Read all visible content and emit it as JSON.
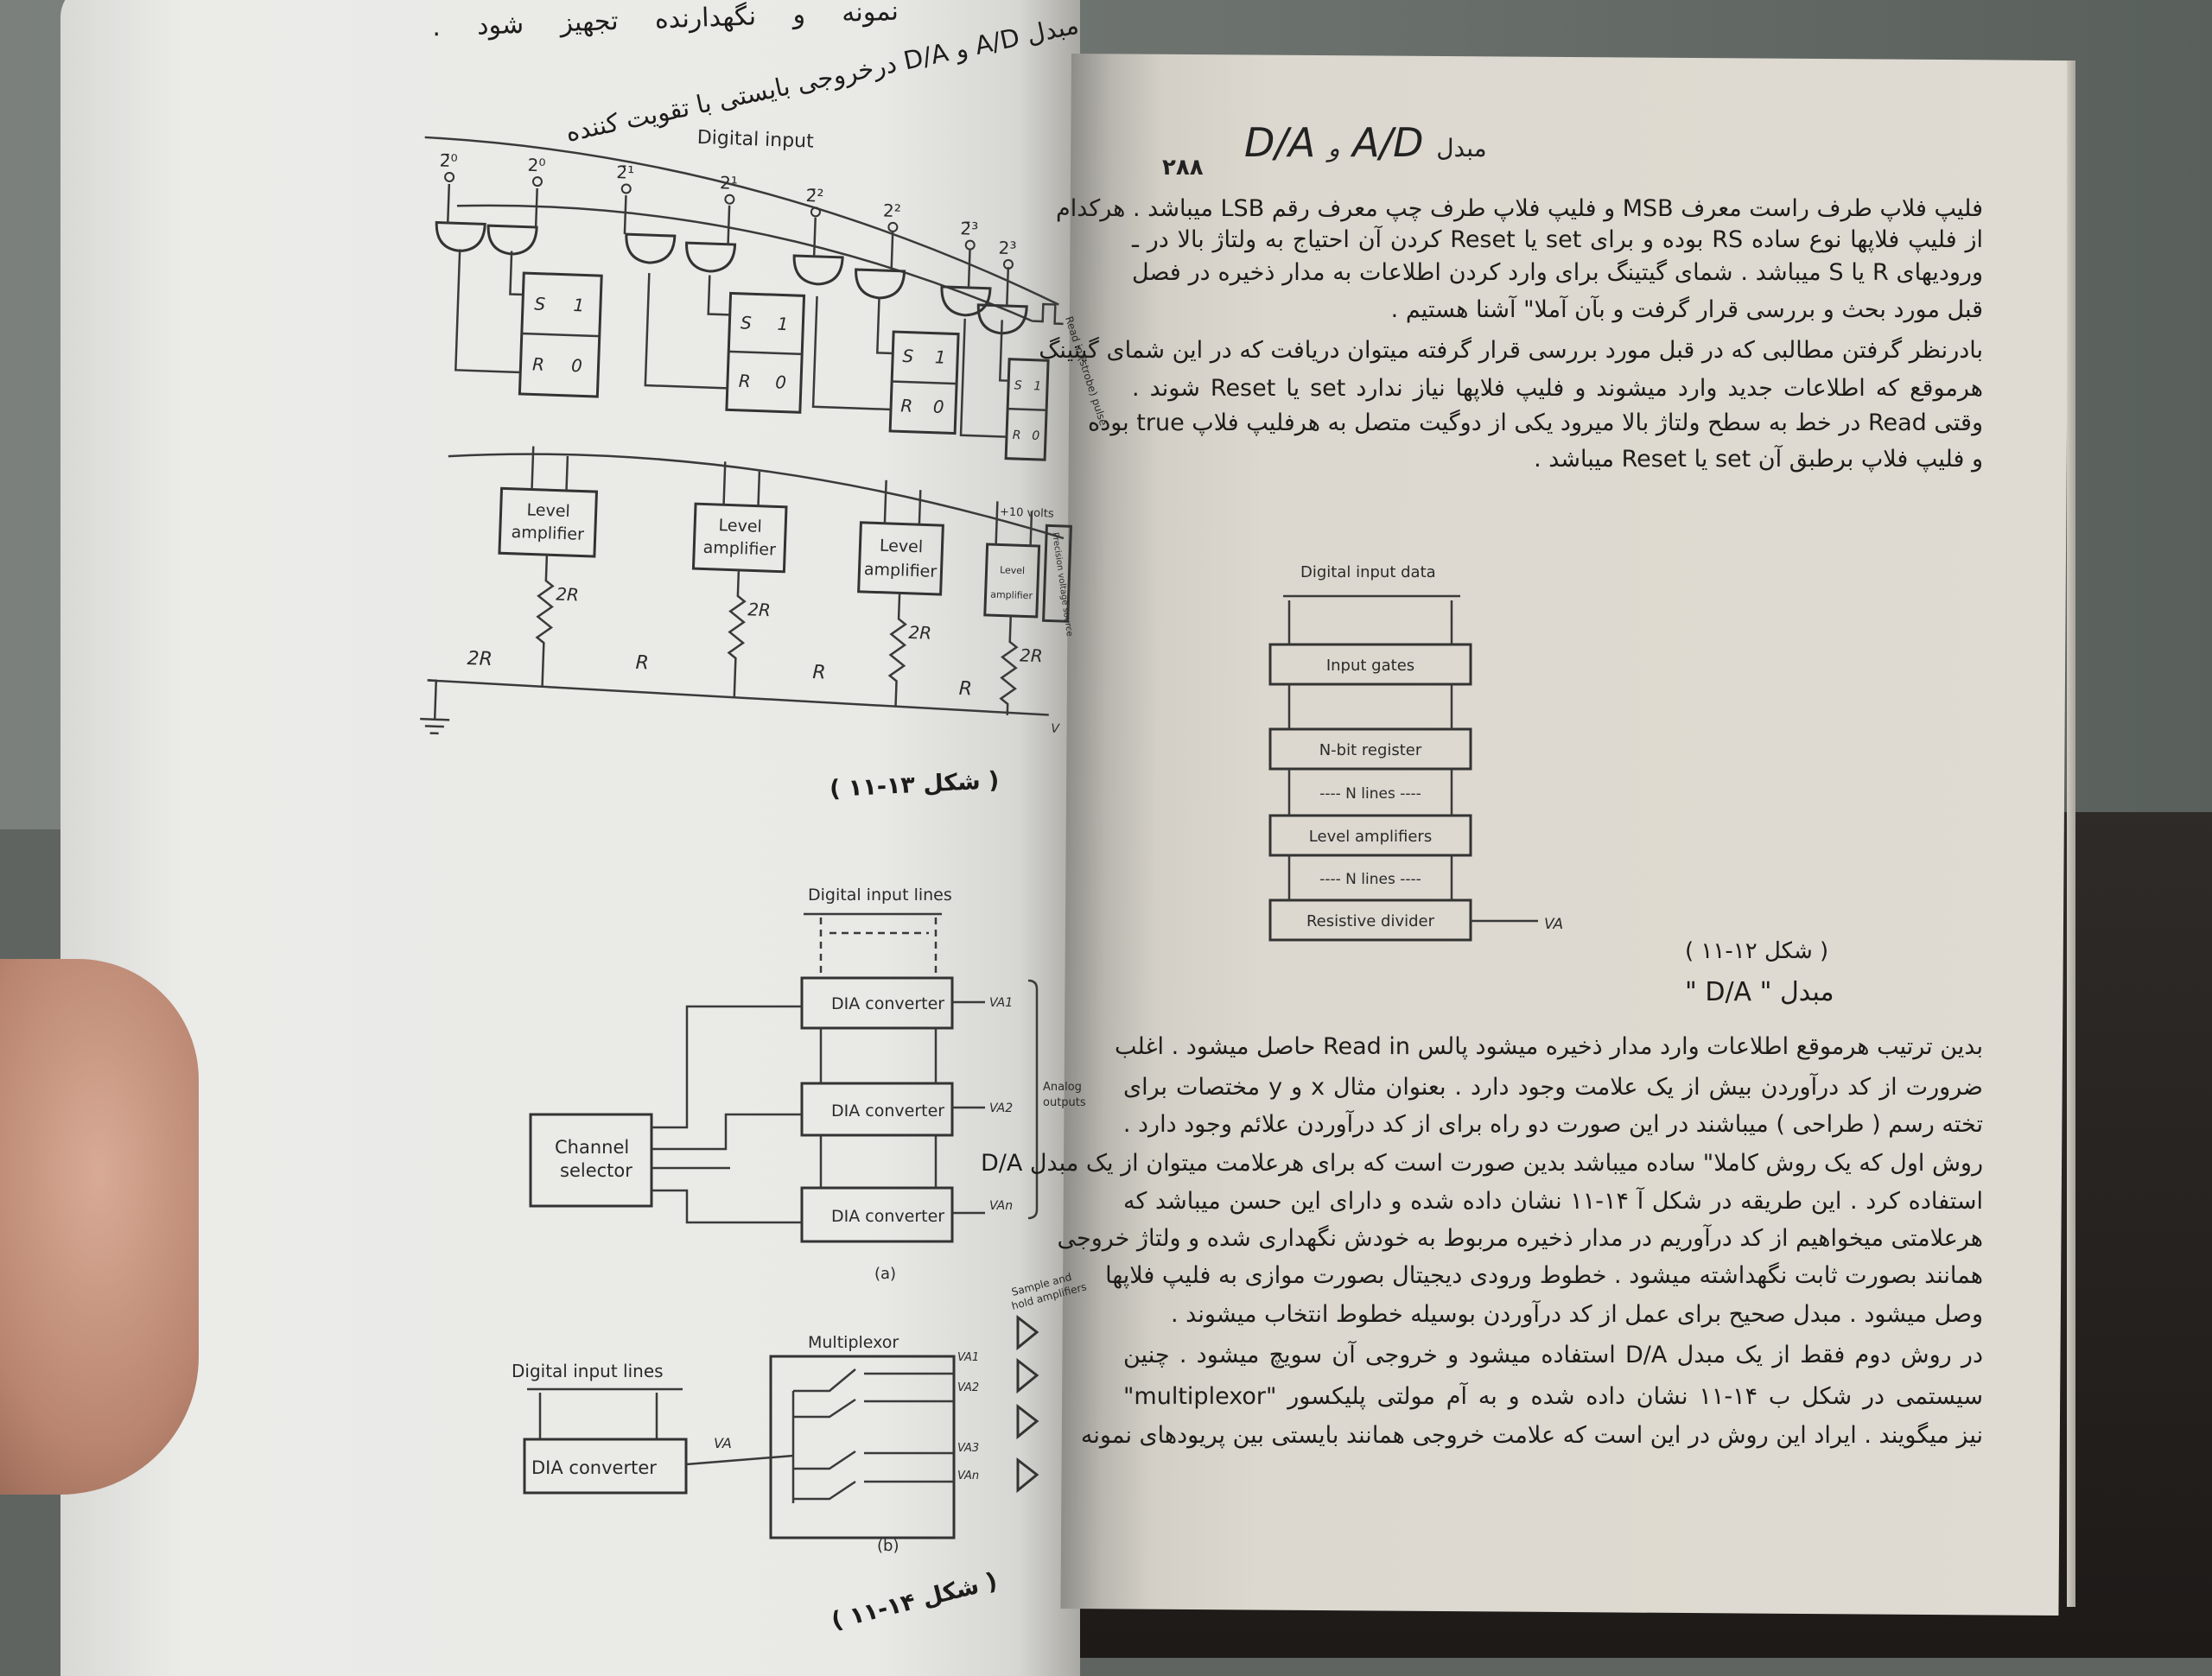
{
  "left_page": {
    "header_line1": "نمونه و نگهدارنده تجهیز شود .",
    "header_line2": "مبدل A/D و D/A درخروجی بایستی با تقویت کننده",
    "figure_13": {
      "title": "Digital input",
      "inputs": [
        "2̄⁰",
        "2⁰",
        "2̄¹",
        "2¹",
        "2̄²",
        "2²",
        "2̄³",
        "2³"
      ],
      "ff_s": "S",
      "ff_one": "1",
      "ff_r": "R",
      "ff_zero": "0",
      "read_pulse": "Read in (strobe) pulse",
      "plus10": "+10 volts",
      "precision": "Precision voltage source",
      "level_amp": [
        "Level",
        "amplifier"
      ],
      "r2": "2R",
      "r": "R",
      "vout": "V",
      "caption": "( شکل ۱۳-۱۱ )"
    },
    "figure_14": {
      "a_title": "Digital input lines",
      "converter": "DIA converter",
      "channel_selector": [
        "Channel",
        "selector"
      ],
      "outputs": [
        "VA1",
        "VA2",
        "VAn"
      ],
      "analog_outputs": [
        "Analog",
        "outputs"
      ],
      "a_label": "(a)",
      "sample_hold": [
        "Sample and",
        "hold amplifiers"
      ],
      "multiplexor": "Multiplexor",
      "b_title": "Digital input lines",
      "b_converter": "DIA  converter",
      "va": "VA",
      "mux_outputs": [
        "VA1",
        "VA2",
        "VA3",
        "VAn"
      ],
      "b_label": "(b)",
      "caption": "( شکل ۱۴-۱۱ )"
    }
  },
  "right_page": {
    "page_number": "۲۸۸",
    "header_word": "مبدل",
    "header_ad": "A/D",
    "header_and": "و",
    "header_da": "D/A",
    "paragraph1": [
      "فلیپ فلاپ طرف راست معرف MSB و فلیپ فلاپ طرف چپ معرف رقم LSB میباشد . هرکدام",
      "از فلیپ فلاپها نوع ساده RS بوده و برای set یا Reset کردن آن احتیاج به ولتاژ بالا در ـ",
      "ورودیهای R یا S میباشد . شمای گیتینگ برای وارد کردن اطلاعات به مدار ذخیره در فصل",
      "قبل مورد بحث و بررسی قرار گرفت و بآن آملا\" آشنا هستیم .",
      "بادرنظر گرفتن مطالبی که در قبل مورد بررسی قرار گرفته میتوان دریافت که در این شمای گیتینگ",
      "هرموقع که اطلاعات جدید وارد میشوند و فلیپ فلاپها نیاز ندارد set یا Reset شوند .",
      "وقتی Read در خط به سطح ولتاژ بالا میرود یکی از دوگیت متصل به هرفلیپ فلاپ true بوده",
      "و فلیپ فلاپ برطبق آن set یا Reset میباشد ."
    ],
    "figure_12": {
      "title": "Digital input data",
      "blocks": [
        "Input gates",
        "N-bit register",
        "Level amplifiers",
        "Resistive divider"
      ],
      "lines_label": "---- N lines ----",
      "output": "VA",
      "caption": "( شکل ۱۲-۱۱ )",
      "caption2": "مبدل \" D/A \""
    },
    "paragraph2": [
      "بدین ترتیب هرموقع اطلاعات وارد مدار ذخیره میشود پالس Read in حاصل میشود . اغلب",
      "ضرورت از کد درآوردن بیش از یک علامت وجود دارد . بعنوان مثال x و y مختصات برای",
      "تخته رسم ( طراحی ) میباشند در این صورت دو راه برای از کد درآوردن علائم وجود دارد .",
      "روش اول که یک روش کاملا\" ساده میباشد بدین صورت است که برای هرعلامت میتوان از یک مبدل D/A",
      "استفاده کرد . این طریقه در شکل آ ۱۴-۱۱ نشان داده شده و دارای این حسن میباشد که",
      "هرعلامتی میخواهیم از کد درآوریم در مدار ذخیره مربوط به خودش نگهداری شده و ولتاژ خروجی",
      "همانند بصورت ثابت نگهداشته میشود . خطوط ورودی دیجیتال بصورت موازی به فلیپ فلاپها",
      "وصل میشود . مبدل صحیح برای عمل از کد درآوردن بوسیله خطوط انتخاب میشوند .",
      "در روش دوم فقط از یک مبدل D/A استفاده میشود و خروجی آن سویچ میشود . چنین",
      "سیستمی در شکل ب ۱۴-۱۱ نشان داده شده و به آم مولتی پلیکسور \"multiplexor\"",
      "نیز میگویند . ایراد این روش در این است که علامت خروجی همانند بایستی بین پریودهای نمونه"
    ]
  }
}
